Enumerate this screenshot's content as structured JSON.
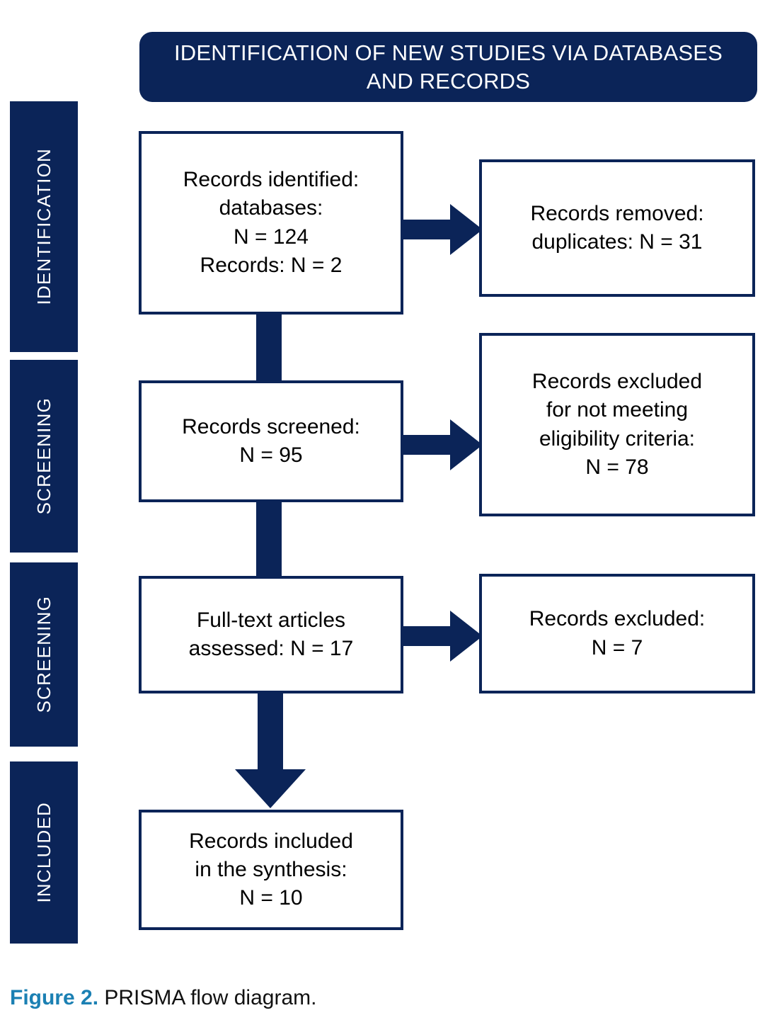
{
  "figure": {
    "title": "IDENTIFICATION OF NEW STUDIES VIA DATABASES AND RECORDS",
    "caption_number": "Figure 2.",
    "caption_text": " PRISMA flow diagram."
  },
  "colors": {
    "navy": "#0b2458",
    "white": "#ffffff",
    "text": "#000000",
    "caption_accent": "#1b80b3"
  },
  "stages": [
    {
      "label": "IDENTIFICATION"
    },
    {
      "label": "SCREENING"
    },
    {
      "label": "SCREENING"
    },
    {
      "label": "INCLUDED"
    }
  ],
  "boxes": {
    "identified": "Records identified:\ndatabases:\nN = 124\nRecords: N = 2",
    "removed": "Records removed:\nduplicates: N = 31",
    "screened": "Records screened:\nN = 95",
    "excluded_eligibility": "Records excluded\nfor not meeting\neligibility criteria:\nN = 78",
    "fulltext": "Full-text articles\nassessed: N = 17",
    "excluded": "Records excluded:\nN = 7",
    "included": "Records included\nin the synthesis:\nN = 10"
  },
  "chart_data": {
    "type": "diagram",
    "diagram_type": "PRISMA flow diagram",
    "title": "IDENTIFICATION OF NEW STUDIES VIA DATABASES AND RECORDS",
    "nodes": [
      {
        "id": "identified",
        "stage": "IDENTIFICATION",
        "label": "Records identified: databases: N = 124 Records: N = 2",
        "values": {
          "databases": 124,
          "records": 2
        }
      },
      {
        "id": "removed",
        "stage": "IDENTIFICATION",
        "label": "Records removed: duplicates: N = 31",
        "values": {
          "duplicates": 31
        }
      },
      {
        "id": "screened",
        "stage": "SCREENING",
        "label": "Records screened: N = 95",
        "values": {
          "n": 95
        }
      },
      {
        "id": "excluded_eligibility",
        "stage": "SCREENING",
        "label": "Records excluded for not meeting eligibility criteria: N = 78",
        "values": {
          "n": 78
        }
      },
      {
        "id": "fulltext",
        "stage": "SCREENING",
        "label": "Full-text articles assessed: N = 17",
        "values": {
          "n": 17
        }
      },
      {
        "id": "excluded",
        "stage": "SCREENING",
        "label": "Records excluded: N = 7",
        "values": {
          "n": 7
        }
      },
      {
        "id": "included",
        "stage": "INCLUDED",
        "label": "Records included in the synthesis: N = 10",
        "values": {
          "n": 10
        }
      }
    ],
    "edges": [
      {
        "from": "identified",
        "to": "removed",
        "direction": "right"
      },
      {
        "from": "identified",
        "to": "screened",
        "direction": "down"
      },
      {
        "from": "screened",
        "to": "excluded_eligibility",
        "direction": "right"
      },
      {
        "from": "screened",
        "to": "fulltext",
        "direction": "down"
      },
      {
        "from": "fulltext",
        "to": "excluded",
        "direction": "right"
      },
      {
        "from": "fulltext",
        "to": "included",
        "direction": "down"
      }
    ]
  }
}
